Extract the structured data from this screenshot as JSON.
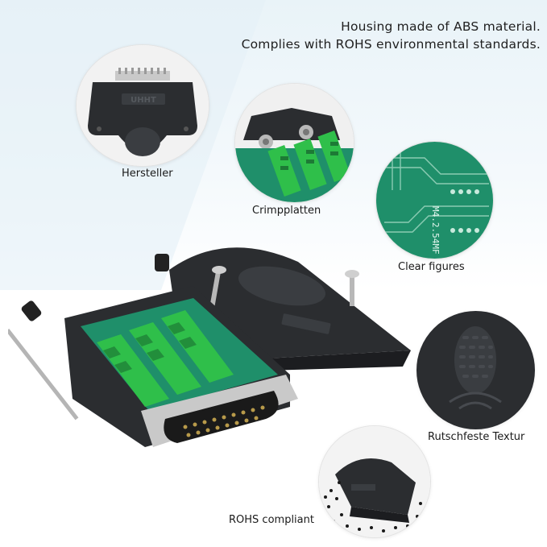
{
  "header": {
    "line1": "Housing made of ABS material.",
    "line2": "Complies with ROHS environmental standards."
  },
  "features": {
    "hersteller": "Hersteller",
    "crimpplatten": "Crimpplatten",
    "clear_figures": "Clear figures",
    "rutschfeste": "Rutschfeste Textur",
    "rohs": "ROHS compliant"
  },
  "logo_text": "UHHT",
  "pcb_text": "M4.2.54MF",
  "colors": {
    "housing": "#2b2d30",
    "terminal_green": "#2fbf4a",
    "pcb_green": "#1f8f6a",
    "background_tint": "#e9f3f8"
  }
}
